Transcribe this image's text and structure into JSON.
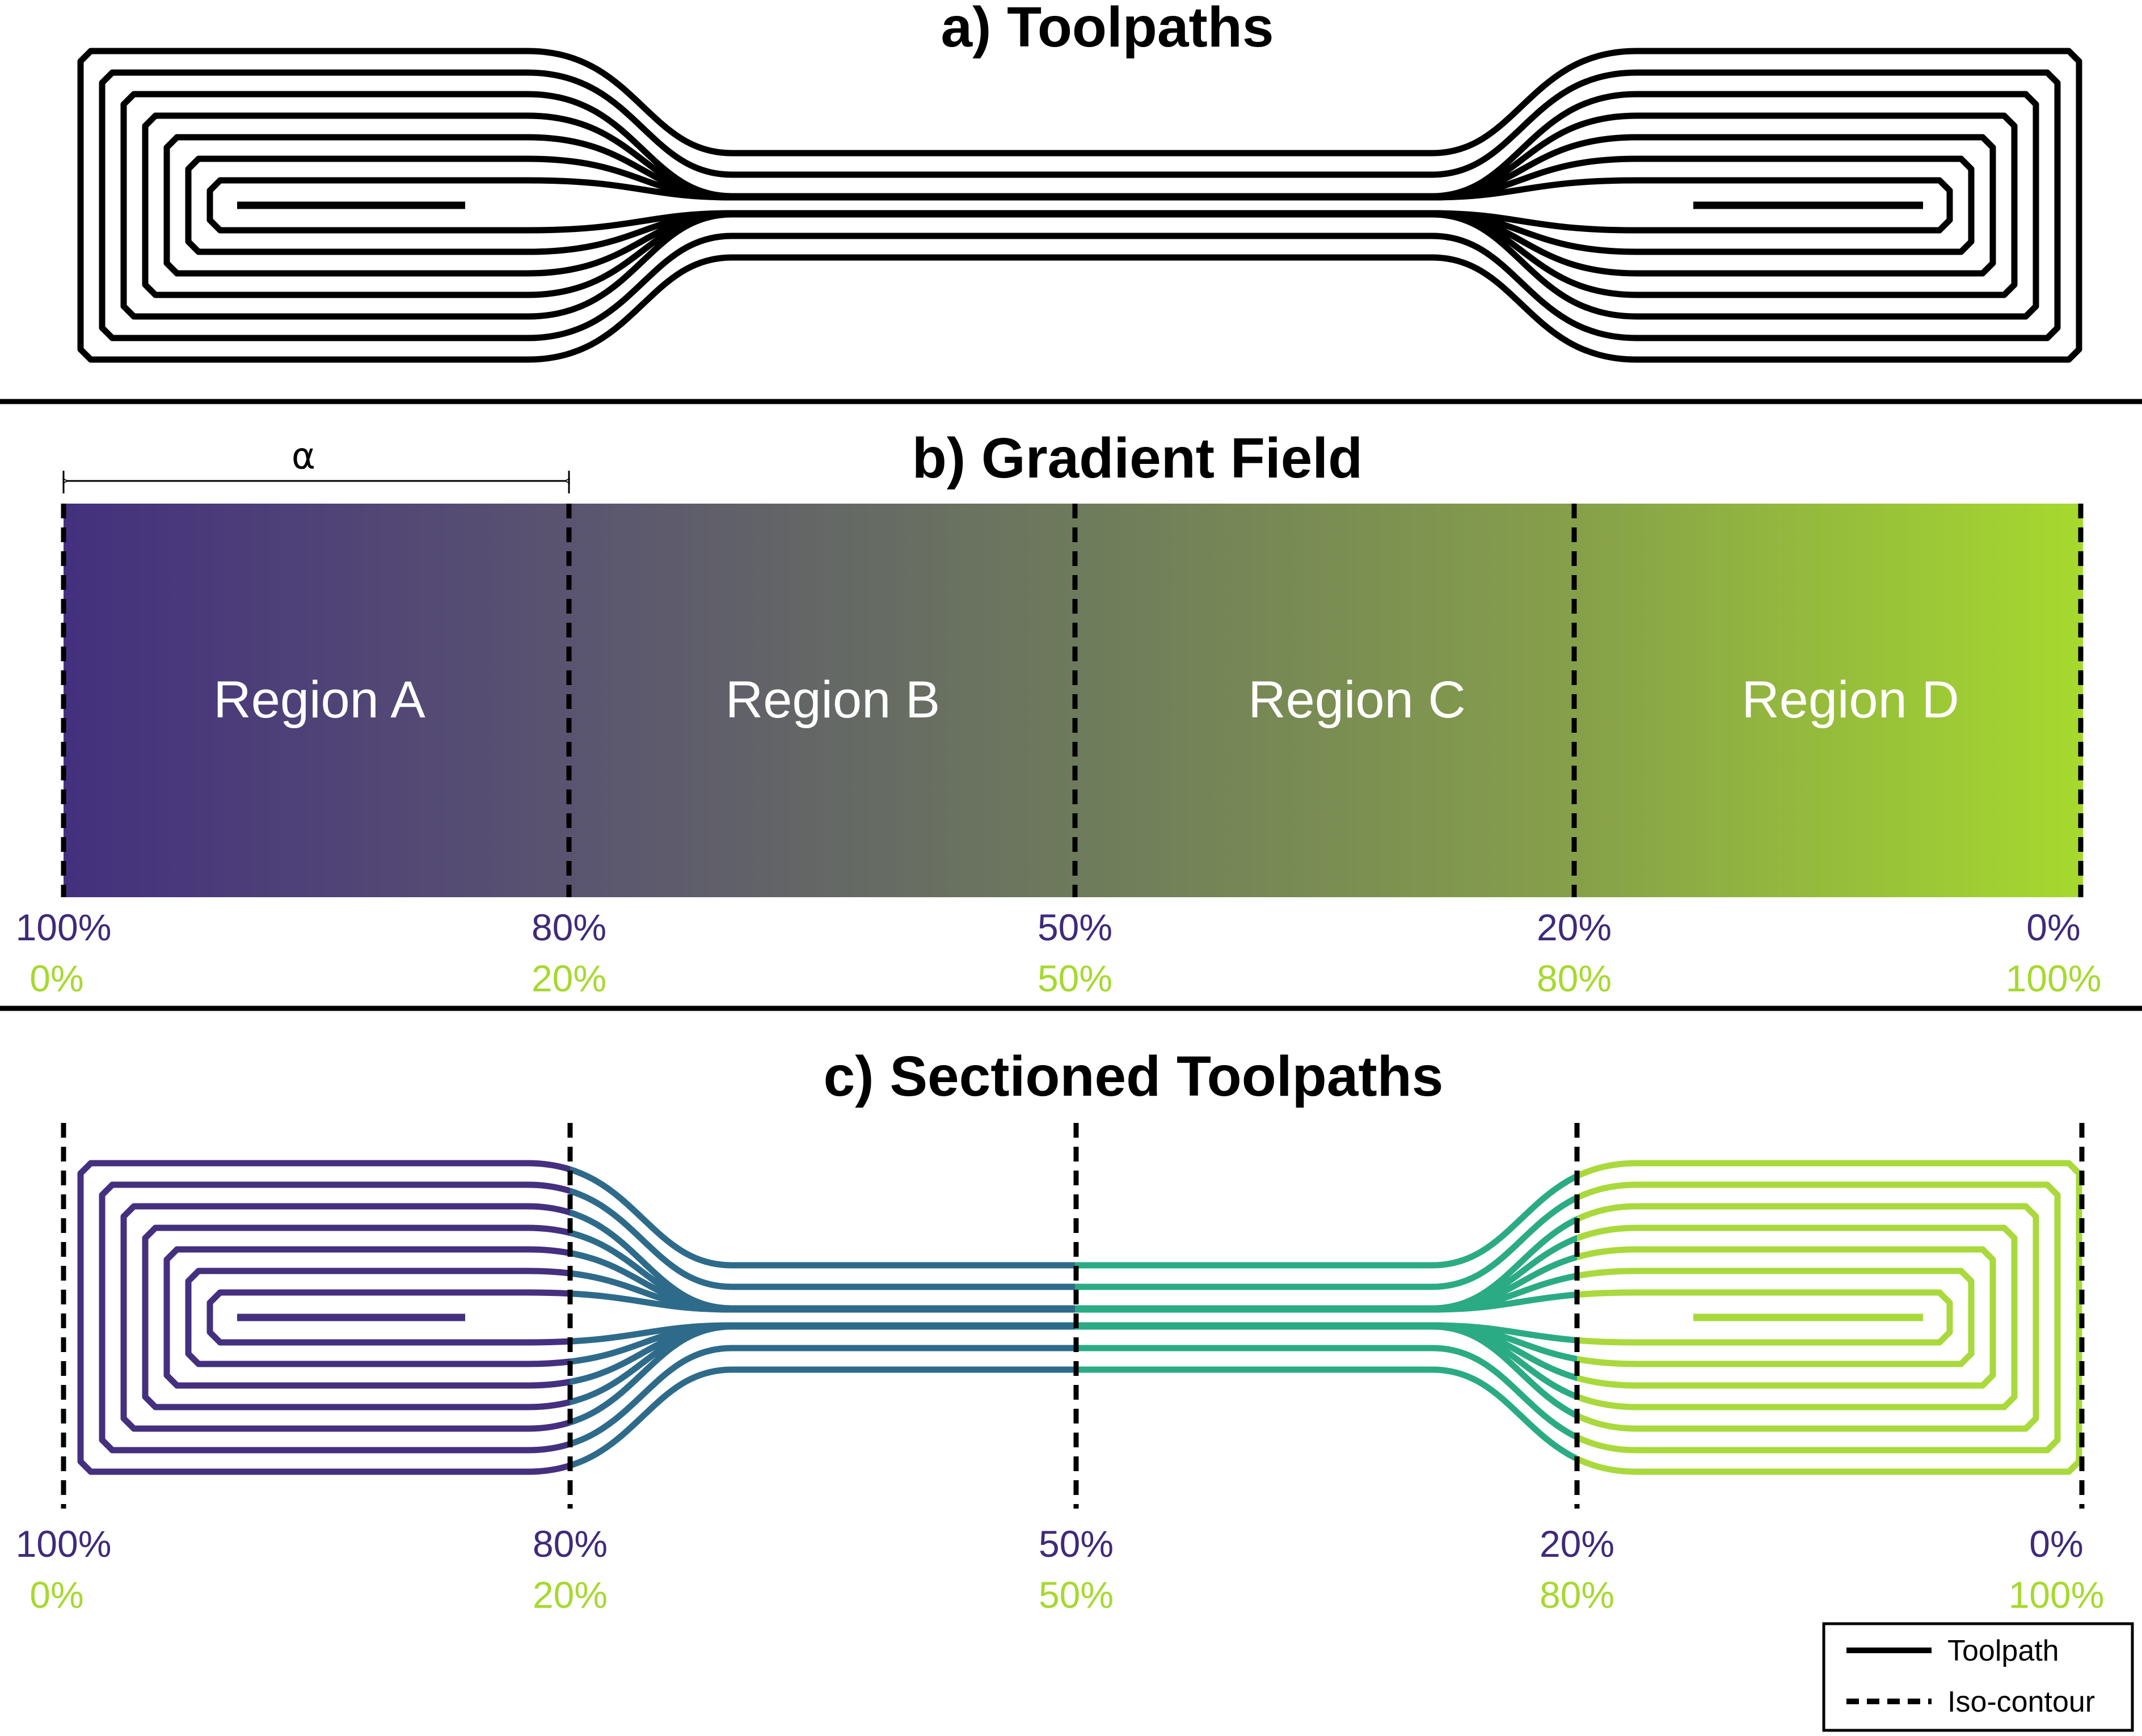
{
  "panels": {
    "a": {
      "title": "a) Toolpaths"
    },
    "b": {
      "title": "b) Gradient Field",
      "dimension_label": "α"
    },
    "c": {
      "title": "c) Sectioned Toolpaths"
    }
  },
  "regions": [
    "Region A",
    "Region B",
    "Region C",
    "Region D"
  ],
  "iso_contours": [
    {
      "top": "100%",
      "bottom": "0%"
    },
    {
      "top": "80%",
      "bottom": "20%"
    },
    {
      "top": "50%",
      "bottom": "50%"
    },
    {
      "top": "20%",
      "bottom": "80%"
    },
    {
      "top": "0%",
      "bottom": "100%"
    }
  ],
  "legend": {
    "toolpath": "Toolpath",
    "iso_contour": "Iso-contour"
  },
  "colors": {
    "material_1": "#3f2a7a",
    "material_2": "#a6d92e",
    "section_colors": [
      "#44307e",
      "#2e6b8a",
      "#2bab84",
      "#a9d93c"
    ],
    "gradient_stops": [
      "#44307e",
      "#5a5470",
      "#6e7a5c",
      "#86a04a",
      "#a6d92e"
    ]
  }
}
